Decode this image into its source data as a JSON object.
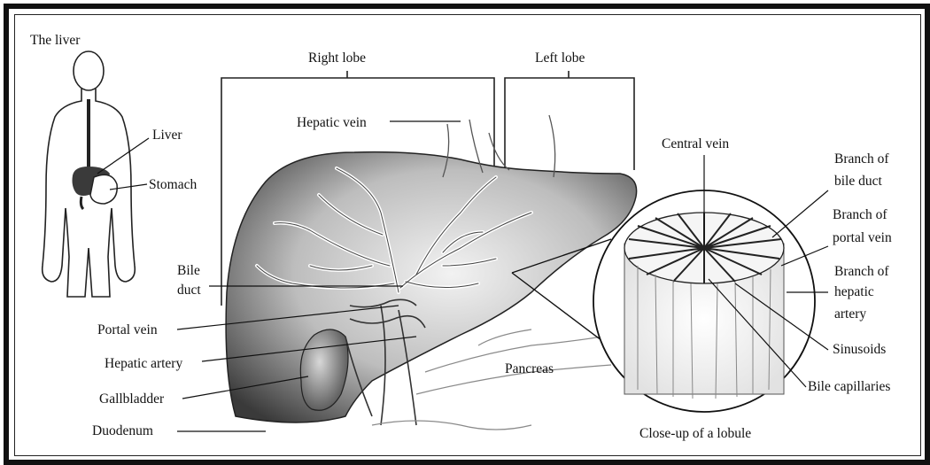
{
  "title": "The liver",
  "labels": {
    "body_liver": "Liver",
    "body_stomach": "Stomach",
    "right_lobe": "Right lobe",
    "left_lobe": "Left lobe",
    "hepatic_vein": "Hepatic vein",
    "bile_duct_1": "Bile",
    "bile_duct_2": "duct",
    "portal_vein": "Portal vein",
    "hepatic_artery": "Hepatic artery",
    "gallbladder": "Gallbladder",
    "duodenum": "Duodenum",
    "pancreas": "Pancreas",
    "central_vein": "Central vein",
    "branch_bile_duct_1": "Branch of",
    "branch_bile_duct_2": "bile duct",
    "branch_portal_vein_1": "Branch of",
    "branch_portal_vein_2": "portal vein",
    "branch_hepatic_artery_1": "Branch of",
    "branch_hepatic_artery_2": "hepatic",
    "branch_hepatic_artery_3": "artery",
    "sinusoids": "Sinusoids",
    "bile_capillaries": "Bile capillaries",
    "closeup_caption": "Close-up of a lobule"
  },
  "colors": {
    "border": "#111111",
    "ink": "#111111",
    "liver_fill": "#bdbdbd",
    "organ_shade": "#3a3a3a"
  }
}
